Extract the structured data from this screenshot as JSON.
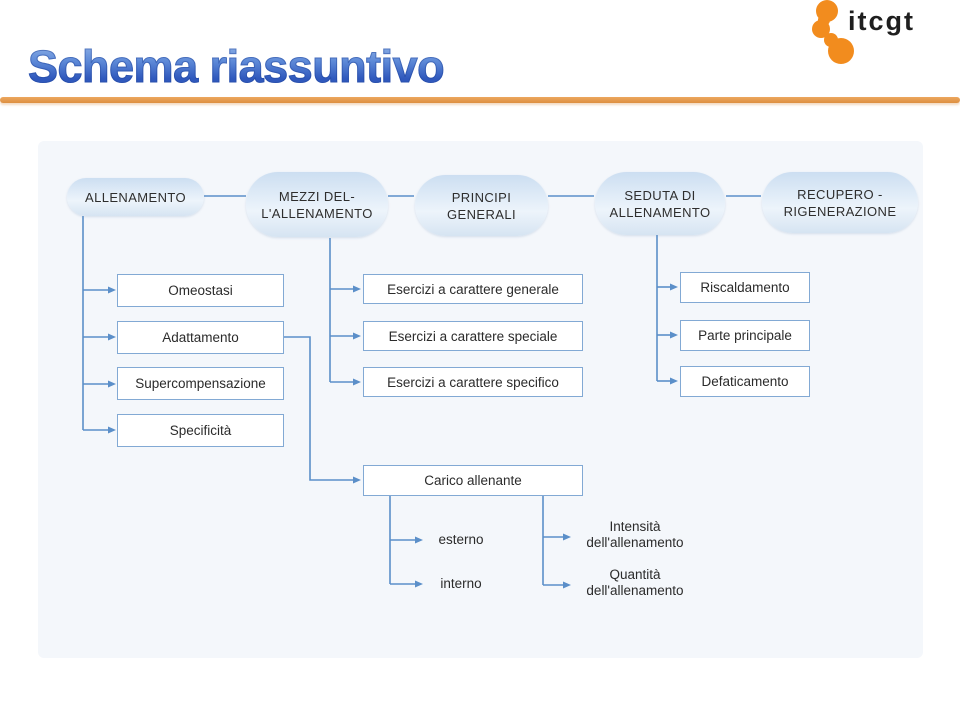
{
  "slide": {
    "title": "Schema riassuntivo",
    "logo": {
      "text": "itcgt"
    }
  },
  "colors": {
    "accent_orange": "#DD8F41",
    "title_blue": "#2E57BC",
    "line_blue": "#5B8FC9",
    "box_border_blue": "#82A9D4",
    "pill_fill": "#D9E6F3",
    "panel_bg": "#F4F7FB"
  },
  "diagram": {
    "top_nodes": [
      "ALLENAMENTO",
      "MEZZI DEL-\nL'ALLENAMENTO",
      "PRINCIPI\nGENERALI",
      "SEDUTA DI\nALLENAMENTO",
      "RECUPERO -\nRIGENERAZIONE"
    ],
    "allenamento_items": [
      "Omeostasi",
      "Adattamento",
      "Supercompensazione",
      "Specificità"
    ],
    "mezzi_items": [
      "Esercizi a carattere generale",
      "Esercizi a carattere speciale",
      "Esercizi a carattere specifico"
    ],
    "seduta_items": [
      "Riscaldamento",
      "Parte principale",
      "Defaticamento"
    ],
    "carico": {
      "label": "Carico allenante",
      "types": [
        "esterno",
        "interno"
      ],
      "measures": [
        "Intensità\ndell'allenamento",
        "Quantità\ndell'allenamento"
      ]
    }
  }
}
